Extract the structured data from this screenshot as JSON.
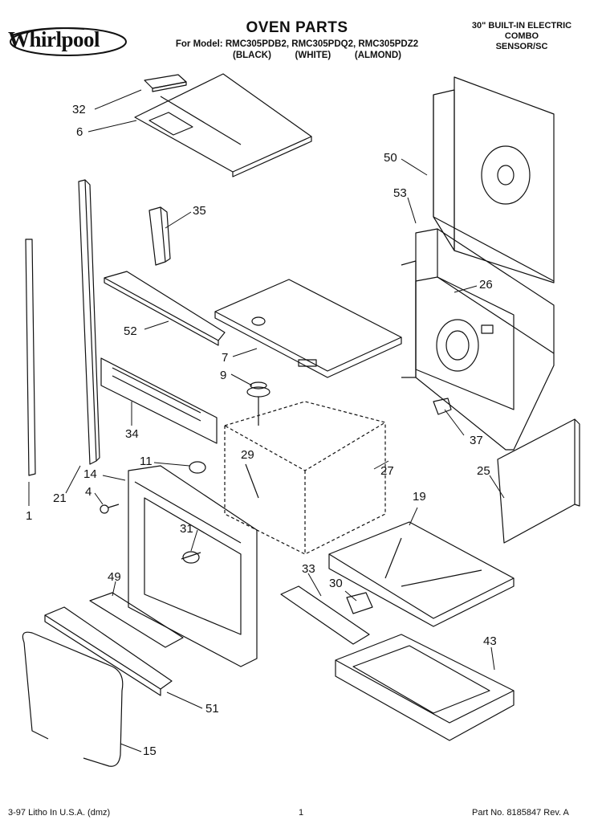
{
  "brand": "Whirlpool",
  "title": "OVEN PARTS",
  "model_line": "For Model: RMC305PDB2, RMC305PDQ2, RMC305PDZ2",
  "colors": [
    "(BLACK)",
    "(WHITE)",
    "(ALMOND)"
  ],
  "product": [
    "30\" BUILT-IN ELECTRIC",
    "COMBO",
    "SENSOR/SC"
  ],
  "callouts": {
    "c32": "32",
    "c6": "6",
    "c35": "35",
    "c52": "52",
    "c7": "7",
    "c9": "9",
    "c34": "34",
    "c50": "50",
    "c53": "53",
    "c26": "26",
    "c37": "37",
    "c25": "25",
    "c11": "11",
    "c29": "29",
    "c27": "27",
    "c14": "14",
    "c4": "4",
    "c21": "21",
    "c1": "1",
    "c31": "31",
    "c19": "19",
    "c33": "33",
    "c30": "30",
    "c49": "49",
    "c43": "43",
    "c51": "51",
    "c15": "15"
  },
  "footer": {
    "left": "3-97 Litho In U.S.A. (dmz)",
    "page": "1",
    "part": "Part No. 8185847 Rev. A"
  }
}
